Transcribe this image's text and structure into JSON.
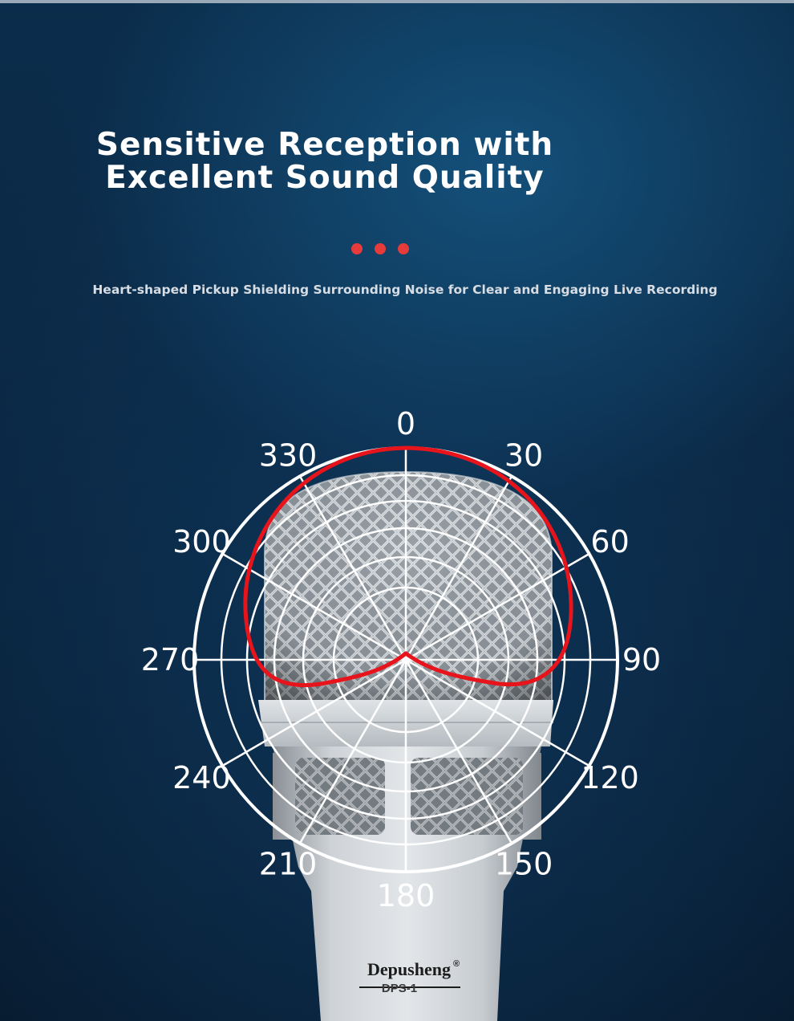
{
  "headline": {
    "line1": "Sensitive Reception with",
    "line2": "Excellent Sound Quality"
  },
  "subtitle": "Heart-shaped Pickup Shielding Surrounding Noise for Clear and Engaging Live Recording",
  "polar_angle_labels": [
    "0",
    "30",
    "60",
    "90",
    "120",
    "150",
    "180",
    "210",
    "240",
    "270",
    "300",
    "330"
  ],
  "brand": {
    "name": "Depusheng",
    "registered_mark": "®",
    "model": "DPS-1"
  },
  "colors": {
    "accent_red": "#e53b3b",
    "pattern_red": "#e8141c",
    "grid_white": "#ffffff"
  }
}
